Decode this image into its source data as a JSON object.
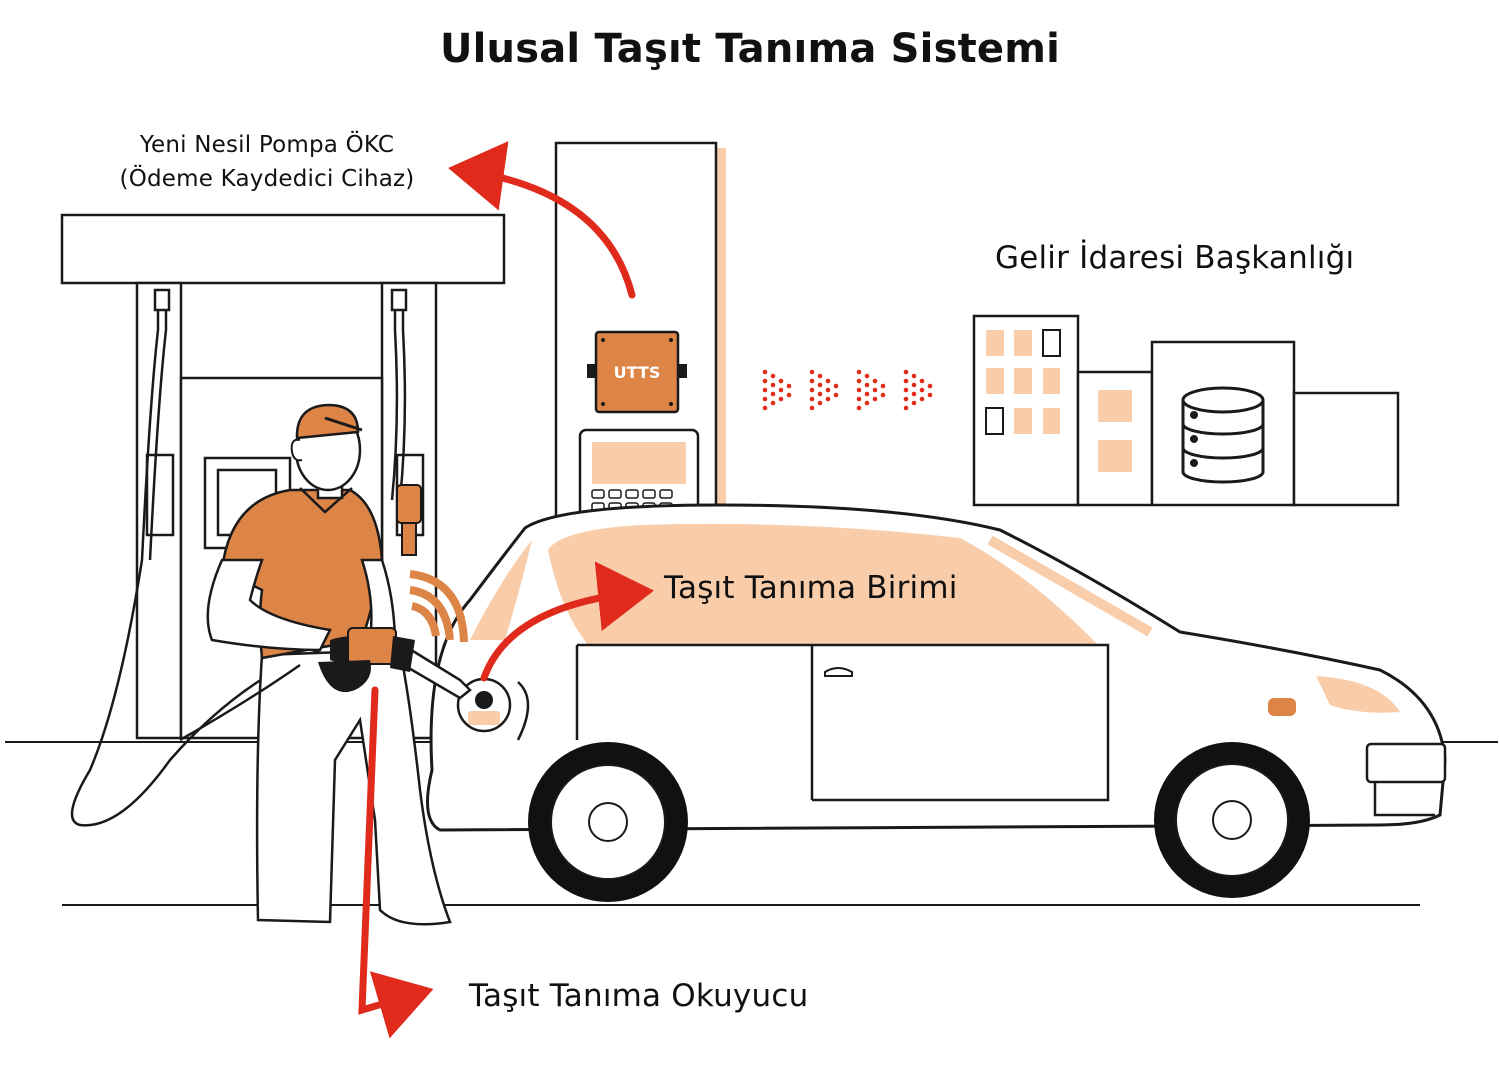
{
  "title": "Ulusal Taşıt Tanıma Sistemi",
  "labels": {
    "pump_okc_line1": "Yeni Nesil Pompa ÖKC",
    "pump_okc_line2": "(Ödeme Kaydedici Cihaz)",
    "revenue_admin": "Gelir İdaresi Başkanlığı",
    "vehicle_unit": "Taşıt Tanıma Birimi",
    "vehicle_reader": "Taşıt Tanıma Okuyucu"
  },
  "device_label": "UTTS",
  "icons": [
    "fuel-pump-icon",
    "gas-station-canopy-icon",
    "attendant-icon",
    "car-icon",
    "building-icon",
    "database-icon",
    "wifi-signal-icon",
    "arrow-icon"
  ],
  "colors": {
    "orange": "#DD8447",
    "light_orange": "#F9CDAA",
    "arrow_red": "#E02A1C",
    "outline": "#1A1A1A"
  }
}
